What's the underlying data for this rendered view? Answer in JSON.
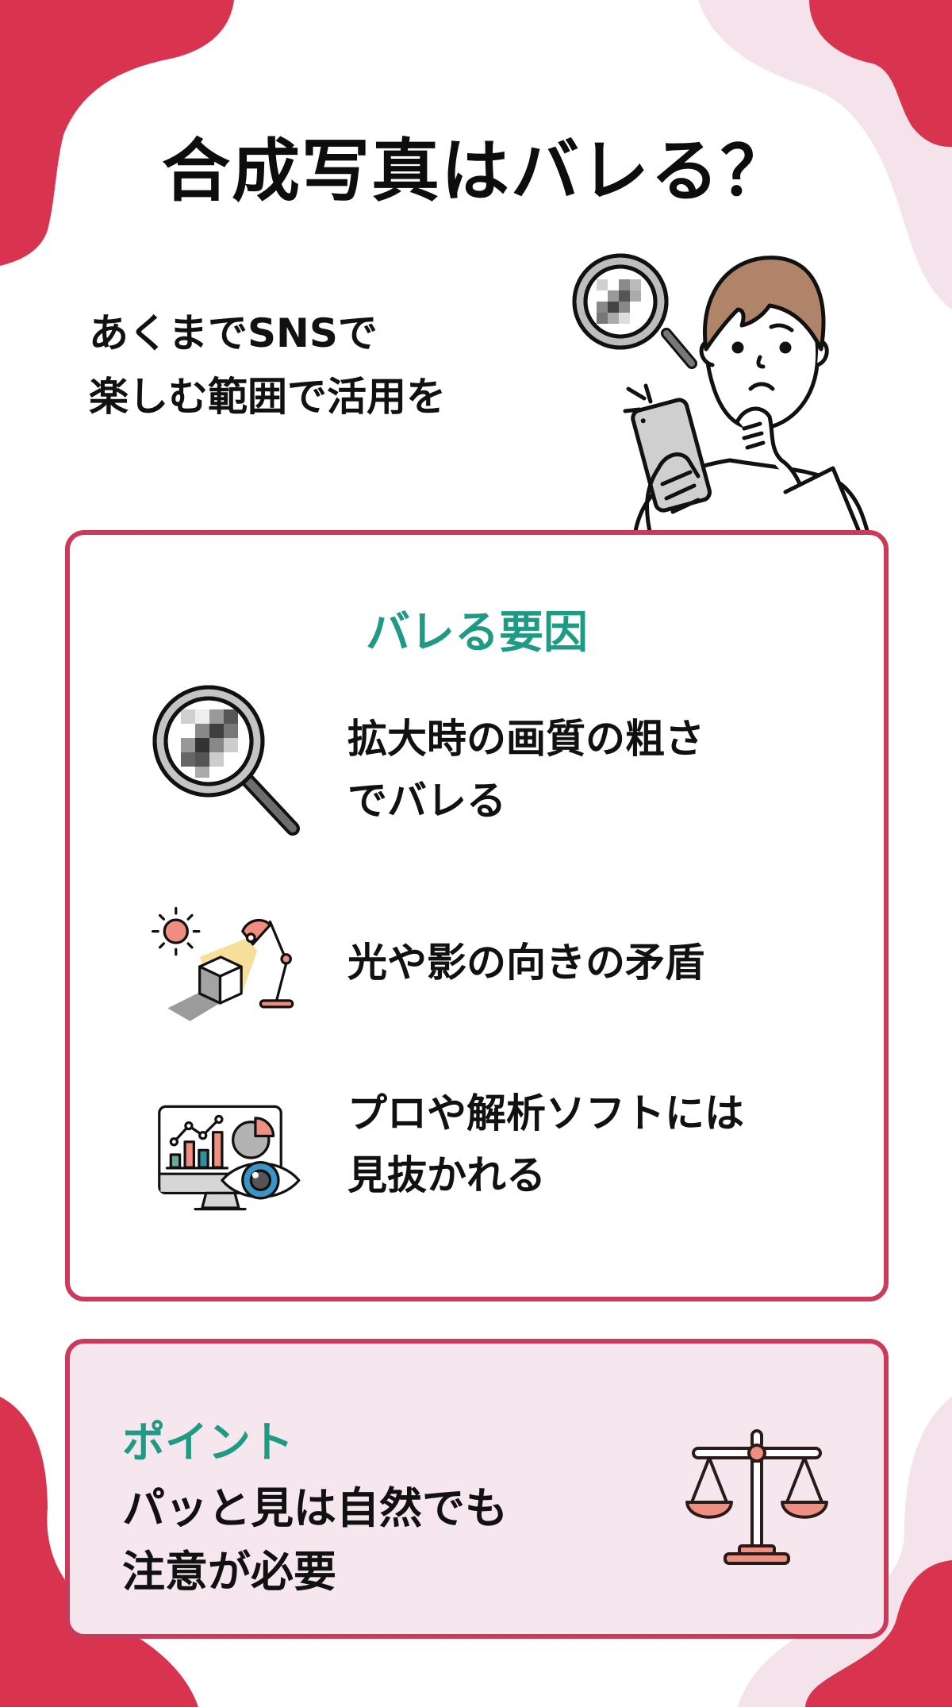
{
  "header": {
    "title": "合成写真はバレる？",
    "subtitle_line1": "あくまでSNSで",
    "subtitle_line2": "楽しむ範囲で活用を"
  },
  "reasons_card": {
    "heading": "バレる要因",
    "items": [
      {
        "icon": "magnifier-pixelated-icon",
        "line1": "拡大時の画質の粗さ",
        "line2": "でバレる"
      },
      {
        "icon": "light-shadow-lamp-icon",
        "line1": "光や影の向きの矛盾",
        "line2": ""
      },
      {
        "icon": "monitor-analysis-eye-icon",
        "line1": "プロや解析ソフトには",
        "line2": "見抜かれる"
      }
    ]
  },
  "point_card": {
    "heading": "ポイント",
    "line1": "パッと見は自然でも",
    "line2": "注意が必要",
    "icon": "balance-scale-icon"
  },
  "colors": {
    "accent_red": "#d9344f",
    "border_red": "#cc3a5a",
    "teal": "#1f9a84",
    "light_pink": "#f6e6ee",
    "salmon": "#ee8f82"
  }
}
